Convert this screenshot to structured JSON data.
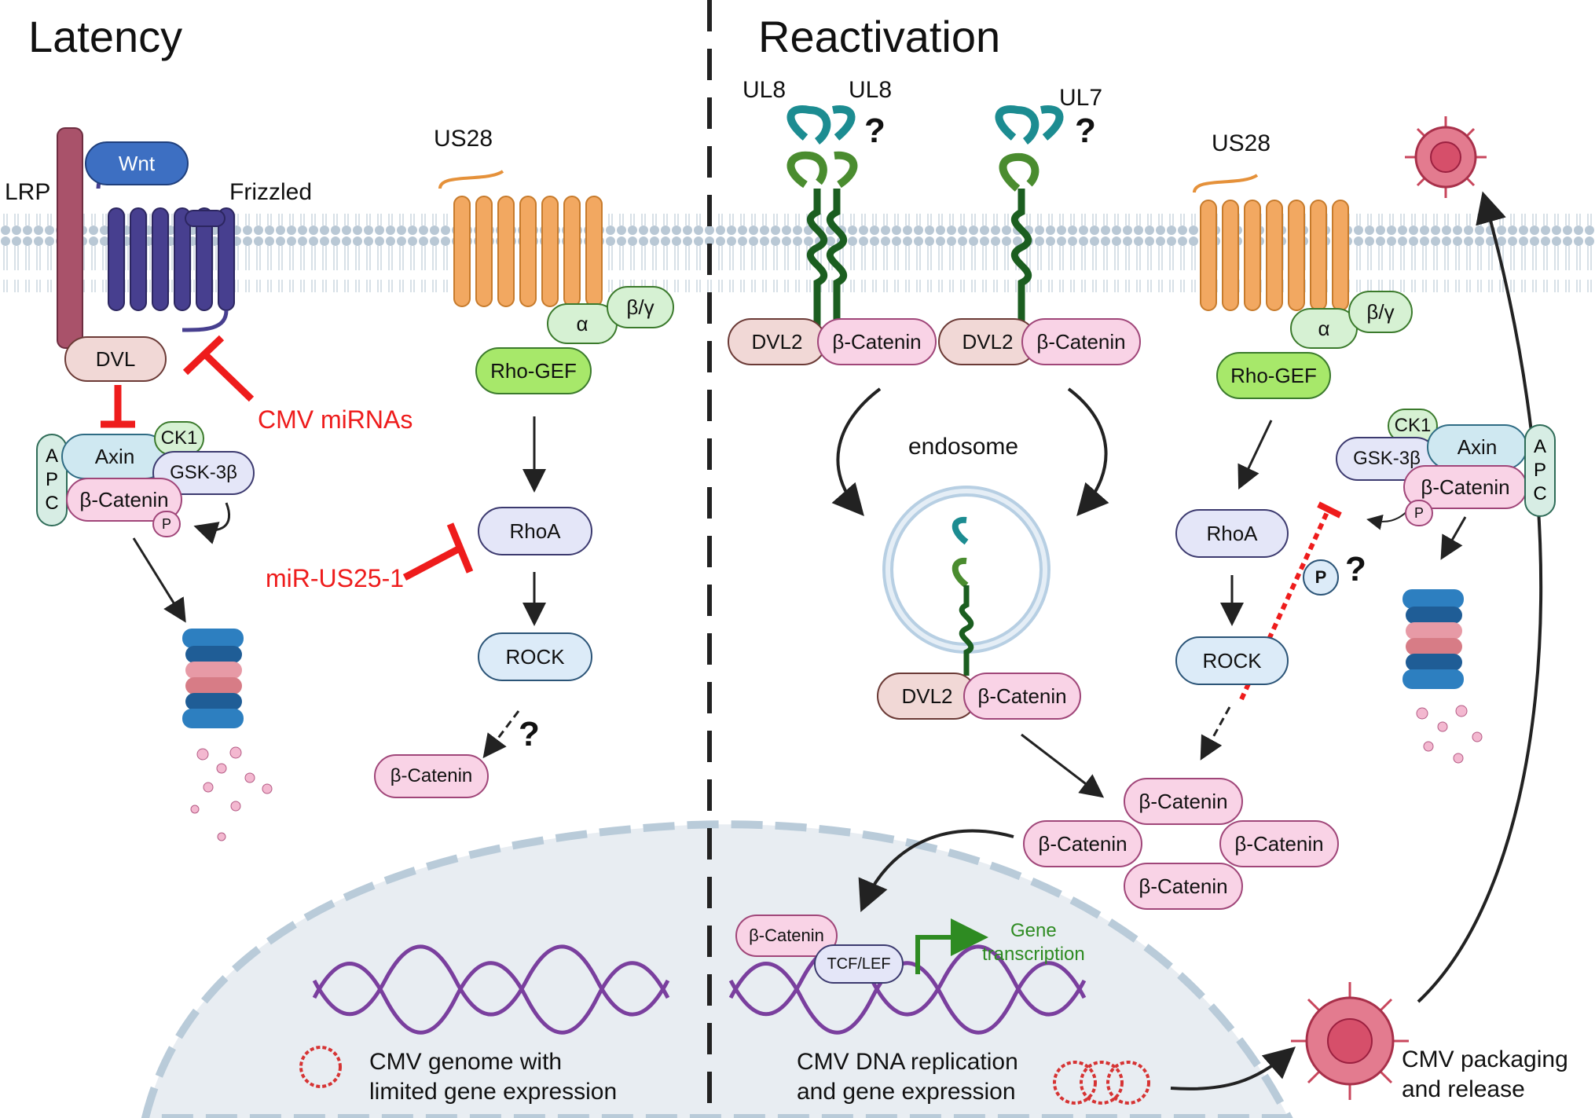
{
  "panels": {
    "left_title": "Latency",
    "right_title": "Reactivation"
  },
  "latency": {
    "lrp": "LRP",
    "wnt": "Wnt",
    "frizzled": "Frizzled",
    "us28": "US28",
    "dvl": "DVL",
    "cmv_mirnas": "CMV miRNAs",
    "apc": [
      "A",
      "P",
      "C"
    ],
    "axin": "Axin",
    "ck1": "CK1",
    "gsk3b": "GSK-3β",
    "beta_catenin": "β-Catenin",
    "p": "P",
    "alpha": "α",
    "beta_gamma": "β/γ",
    "rho_gef": "Rho-GEF",
    "rhoa": "RhoA",
    "rock": "ROCK",
    "mir_us25": "miR-US25-1",
    "question": "?",
    "beta_catenin_free": "β-Catenin",
    "genome_caption": [
      "CMV genome with",
      "limited gene expression"
    ]
  },
  "reactivation": {
    "ul8_a": "UL8",
    "ul8_b": "UL8",
    "ul7": "UL7",
    "q1": "?",
    "q2": "?",
    "us28": "US28",
    "dvl2_a": "DVL2",
    "bcat_a": "β-Catenin",
    "dvl2_b": "DVL2",
    "bcat_b": "β-Catenin",
    "endosome": "endosome",
    "dvl2_c": "DVL2",
    "bcat_c": "β-Catenin",
    "alpha": "α",
    "beta_gamma": "β/γ",
    "rho_gef": "Rho-GEF",
    "rhoa": "RhoA",
    "rock": "ROCK",
    "p_circle": "P",
    "q3": "?",
    "ck1": "CK1",
    "gsk3b": "GSK-3β",
    "axin": "Axin",
    "bcat_complex": "β-Catenin",
    "p_small": "P",
    "apc": [
      "A",
      "P",
      "C"
    ],
    "pool": [
      "β-Catenin",
      "β-Catenin",
      "β-Catenin",
      "β-Catenin"
    ],
    "nuc_bcat": "β-Catenin",
    "tcf_lef": "TCF/LEF",
    "gene_transcription": [
      "Gene",
      "transcription"
    ],
    "replication_caption": [
      "CMV DNA replication",
      "and gene expression"
    ],
    "packaging_caption": [
      "CMV packaging",
      "and release"
    ]
  },
  "colors": {
    "inhibition": "#ee1c1c",
    "membrane": "#a9bccb",
    "nucleus": "#e8edf2",
    "frizzled": "#473f8f",
    "us28": "#f2a861",
    "ul_teal": "#1c8c91",
    "ul_green": "#4a8c2f",
    "dna": "#7a3f9e",
    "virus": "#c8465c",
    "proteasome_blue": "#2d6fb4",
    "proteasome_pink": "#e79aa6"
  },
  "icons": [
    "wnt-ligand",
    "frizzled-receptor",
    "lrp-coreceptor",
    "us28-receptor",
    "ul8-receptor",
    "ul7-receptor",
    "endosome",
    "proteasome",
    "dna-helix",
    "cmv-episome",
    "cmv-virion",
    "inhibition-bar",
    "arrow"
  ]
}
